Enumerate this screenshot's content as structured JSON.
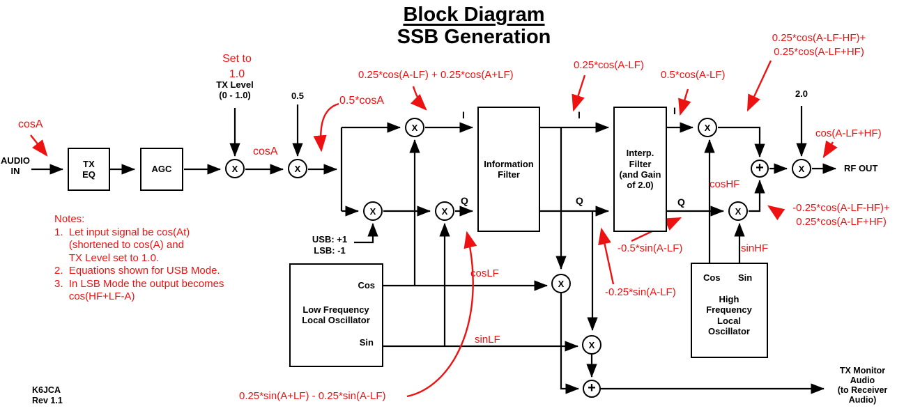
{
  "title": {
    "line1": "Block Diagram",
    "line2": "SSB Generation"
  },
  "ops": {
    "multiply": "X",
    "add": "+"
  },
  "io": {
    "audio_in": "AUDIO\nIN",
    "rf_out": "RF OUT",
    "tx_monitor": "TX Monitor\nAudio\n(to Receiver\nAudio)"
  },
  "blocks": {
    "tx_eq": "TX\nEQ",
    "agc": "AGC",
    "info_filter": "Information\nFilter",
    "interp_filter": "Interp.\nFilter\n(and Gain\nof 2.0)",
    "lf_osc": {
      "cos": "Cos",
      "sin": "Sin",
      "label": "Low Frequency\nLocal Oscillator"
    },
    "hf_osc": {
      "cos": "Cos",
      "sin": "Sin",
      "label": "High\nFrequency\nLocal\nOscillator"
    }
  },
  "inputs": {
    "tx_level": "TX Level\n(0 - 1.0)",
    "half": "0.5",
    "two": "2.0",
    "usb_lsb": "USB: +1\nLSB: -1"
  },
  "signal_labels": {
    "i1": "I",
    "q1": "Q",
    "i2": "I",
    "q2": "Q",
    "i3": "I",
    "q3": "Q"
  },
  "annotations": {
    "cos_a_in": "cosA",
    "set_to": "Set to\n1.0",
    "cos_a": "cosA",
    "half_cos_a": "0.5*cosA",
    "i_mixed": "0.25*cos(A-LF) + 0.25*cos(A+LF)",
    "i_filtered": "0.25*cos(A-LF)",
    "i_interp": "0.5*cos(A-LF)",
    "rf_sum": "0.25*cos(A-LF-HF)+\n0.25*cos(A-LF+HF)",
    "rf_out": "cos(A-LF+HF)",
    "cos_hf": "cosHF",
    "sin_hf": "sinHF",
    "q_mixed_out": "-0.25*cos(A-LF-HF)+\n0.25*cos(A-LF+HF)",
    "q_interp": "-0.5*sin(A-LF)",
    "q_filtered": "-0.25*sin(A-LF)",
    "cos_lf": "cosLF",
    "sin_lf": "sinLF",
    "q_mixed": "0.25*sin(A+LF) - 0.25*sin(A-LF)"
  },
  "notes": "Notes:\n1.  Let input signal be cos(At)\n     (shortened to cos(A) and\n     TX Level set to 1.0.\n2.  Equations shown for USB Mode.\n3.  In LSB Mode the output becomes\n     cos(HF+LF-A)",
  "credit": "K6JCA\nRev 1.1",
  "colors": {
    "annotation_red": "#ee1111",
    "wire_black": "#000000",
    "background": "#ffffff"
  }
}
